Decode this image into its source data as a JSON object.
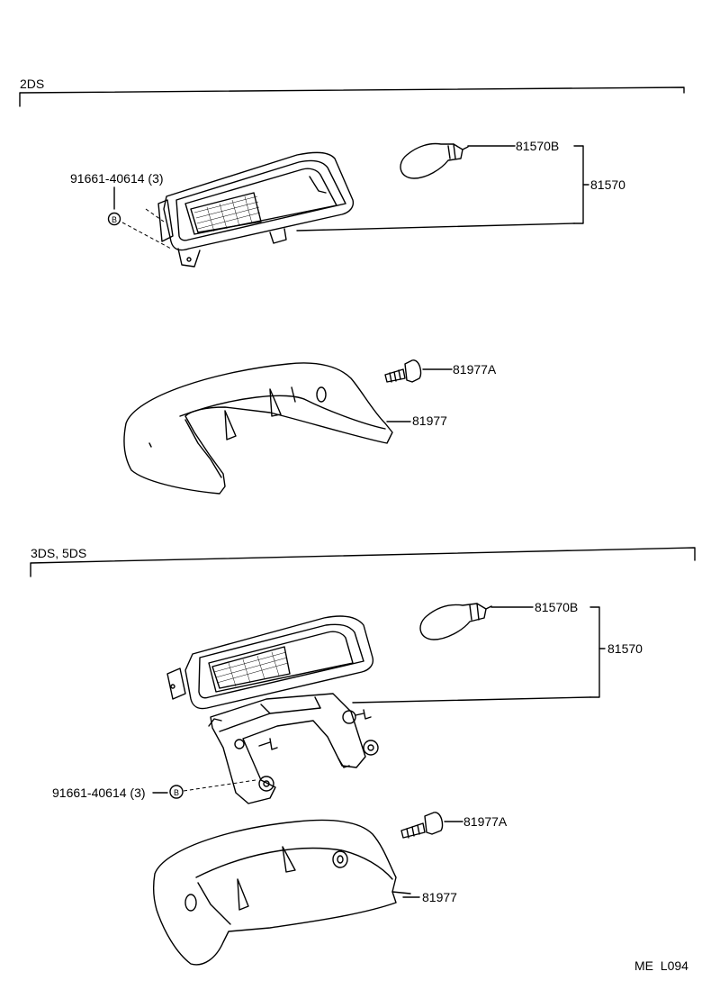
{
  "sections": [
    {
      "title": "2DS",
      "callouts": {
        "bulb": "81570B",
        "lamp_assy": "81570",
        "screw": "91661-40614 (3)",
        "fastener_mark": "B",
        "clip": "81977A",
        "cover": "81977"
      }
    },
    {
      "title": "3DS, 5DS",
      "callouts": {
        "bulb": "81570B",
        "lamp_assy": "81570",
        "screw": "91661-40614 (3)",
        "fastener_mark": "B",
        "clip": "81977A",
        "cover": "81977"
      }
    }
  ],
  "footer_code": "ME  L094"
}
